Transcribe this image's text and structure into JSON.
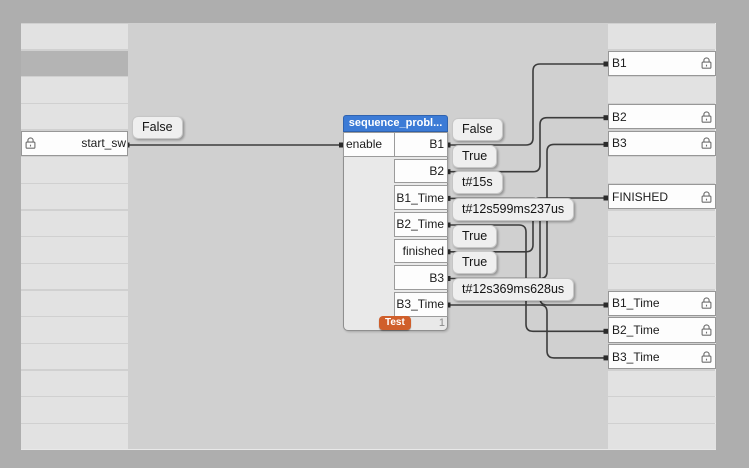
{
  "editor": {
    "colors": {
      "frame": "#aeaeae",
      "canvas": "#d0d0d0",
      "grid_row": "#e2e2e2",
      "grid_row_selected": "#b4b4b4",
      "block_header_blue": "#3c7bd6",
      "tag_orange": "#d05f2b",
      "wire": "#3c3c3c"
    },
    "left_rail": {
      "selected_row_index": 1,
      "variable": {
        "label": "start_sw",
        "row": 4,
        "locked": true
      }
    },
    "input_value_badge": "False",
    "block": {
      "title": "sequence_probl...",
      "input_label": "enable",
      "outputs": [
        "B1",
        "B2",
        "B1_Time",
        "B2_Time",
        "finished",
        "B3",
        "B3_Time"
      ],
      "output_values": [
        "False",
        "True",
        "t#15s",
        "t#12s599ms237us",
        "True",
        "True",
        "t#12s369ms628us"
      ],
      "tag_label": "Test",
      "instance_number": "1"
    },
    "right_rail": {
      "variables": [
        {
          "label": "B1",
          "row": 1,
          "locked": true
        },
        {
          "label": "B2",
          "row": 3,
          "locked": true
        },
        {
          "label": "B3",
          "row": 4,
          "locked": true
        },
        {
          "label": "FINISHED",
          "row": 6,
          "locked": true
        },
        {
          "label": "B1_Time",
          "row": 10,
          "locked": true
        },
        {
          "label": "B2_Time",
          "row": 11,
          "locked": true
        },
        {
          "label": "B3_Time",
          "row": 12,
          "locked": true
        }
      ]
    },
    "connections": [
      {
        "from": "start_sw",
        "to": "enable"
      },
      {
        "from": "B1",
        "to": "B1"
      },
      {
        "from": "B2",
        "to": "B2"
      },
      {
        "from": "B1_Time",
        "to": "B1_Time"
      },
      {
        "from": "B2_Time",
        "to": "B2_Time"
      },
      {
        "from": "finished",
        "to": "FINISHED"
      },
      {
        "from": "B3",
        "to": "B3"
      },
      {
        "from": "B3_Time",
        "to": "B3_Time"
      }
    ]
  }
}
